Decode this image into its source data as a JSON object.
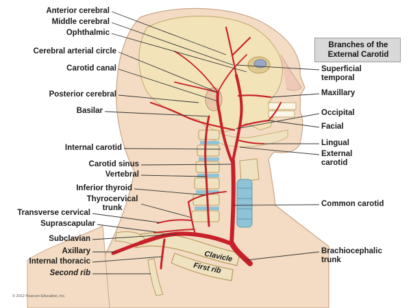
{
  "legend": {
    "title": "Branches of the External Carotid"
  },
  "left_labels": [
    {
      "id": "anterior-cerebral",
      "text": "Anterior cerebral"
    },
    {
      "id": "middle-cerebral",
      "text": "Middle cerebral"
    },
    {
      "id": "ophthalmic",
      "text": "Ophthalmic"
    },
    {
      "id": "cerebral-arterial-circle",
      "text": "Cerebral arterial circle"
    },
    {
      "id": "carotid-canal",
      "text": "Carotid canal"
    },
    {
      "id": "posterior-cerebral",
      "text": "Posterior cerebral"
    },
    {
      "id": "basilar",
      "text": "Basilar"
    },
    {
      "id": "internal-carotid",
      "text": "Internal carotid"
    },
    {
      "id": "carotid-sinus",
      "text": "Carotid sinus"
    },
    {
      "id": "vertebral",
      "text": "Vertebral"
    },
    {
      "id": "inferior-thyroid",
      "text": "Inferior thyroid"
    },
    {
      "id": "thyrocervical-trunk",
      "text": "Thyrocervical trunk"
    },
    {
      "id": "transverse-cervical",
      "text": "Transverse cervical"
    },
    {
      "id": "suprascapular",
      "text": "Suprascapular"
    },
    {
      "id": "subclavian",
      "text": "Subclavian"
    },
    {
      "id": "axillary",
      "text": "Axillary"
    },
    {
      "id": "internal-thoracic",
      "text": "Internal thoracic"
    },
    {
      "id": "second-rib",
      "text": "Second rib"
    }
  ],
  "right_labels": [
    {
      "id": "superficial-temporal",
      "text": "Superficial temporal"
    },
    {
      "id": "maxillary",
      "text": "Maxillary"
    },
    {
      "id": "occipital",
      "text": "Occipital"
    },
    {
      "id": "facial",
      "text": "Facial"
    },
    {
      "id": "lingual",
      "text": "Lingual"
    },
    {
      "id": "external-carotid",
      "text": "External carotid"
    },
    {
      "id": "common-carotid",
      "text": "Common carotid"
    },
    {
      "id": "brachiocephalic-trunk",
      "text": "Brachiocephalic trunk"
    }
  ],
  "bone_labels": {
    "clavicle": "Clavicle",
    "first_rib": "First rib"
  },
  "copyright": "© 2012 Pearson Education, Inc.",
  "colors": {
    "skin": "#f3dcc3",
    "skin_outline": "#c9a58a",
    "skull": "#f2e3b8",
    "skull_shadow": "#e0c98f",
    "artery": "#c8202a",
    "artery_dark": "#8e1018",
    "vertebra": "#8fc3d6",
    "bone": "#efe2c0",
    "leader": "#333333",
    "legend_bg": "#d9d9d9"
  }
}
